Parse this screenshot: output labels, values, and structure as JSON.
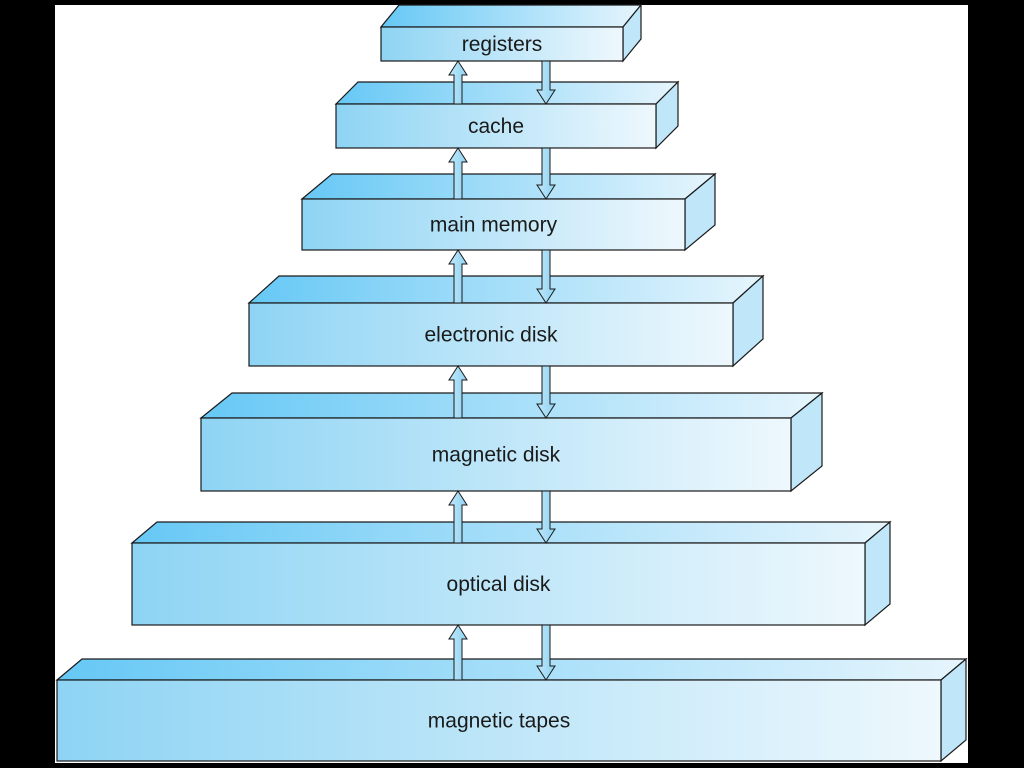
{
  "levels": [
    {
      "label": "registers"
    },
    {
      "label": "cache"
    },
    {
      "label": "main memory"
    },
    {
      "label": "electronic disk"
    },
    {
      "label": "magnetic disk"
    },
    {
      "label": "optical disk"
    },
    {
      "label": "magnetic tapes"
    }
  ],
  "colors": {
    "background": "#000000",
    "panel": "#ffffff",
    "face_left": "#8ed4f4",
    "face_right": "#eef8fd",
    "top_left": "#66c8f5",
    "top_right": "#e6f5fd",
    "side": "#bfe7f9",
    "stroke": "#1a1a1a"
  }
}
